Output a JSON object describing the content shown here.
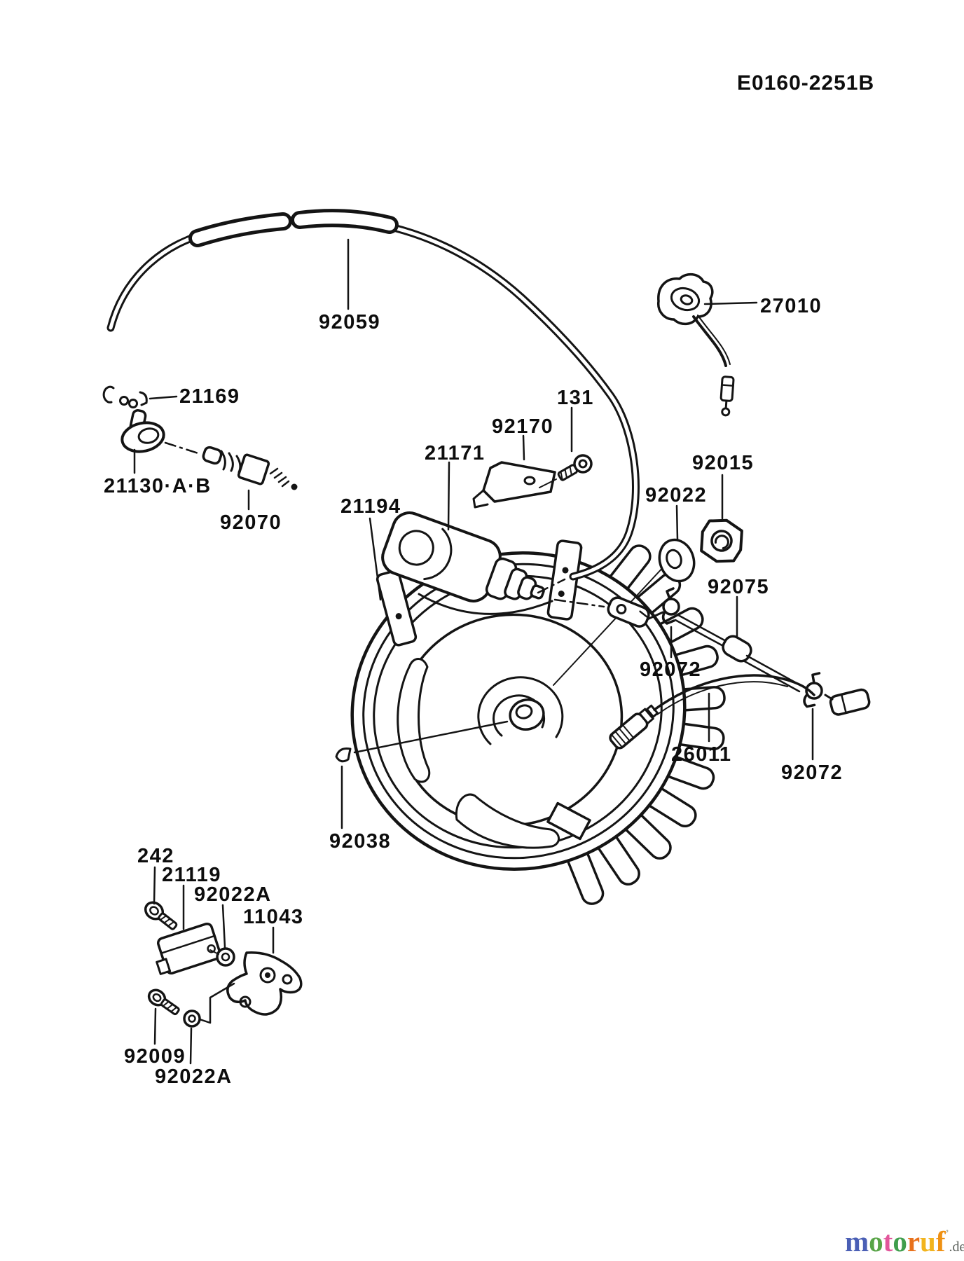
{
  "doc_code": "E0160-2251B",
  "labels": {
    "cable": "92059",
    "ignition_switch": "27010",
    "clip": "21169",
    "screw_131": "131",
    "plate": "92170",
    "ignition_coil": "21171",
    "nut": "92015",
    "washer": "92022",
    "plug_cap": "21130·A·B",
    "spark_plug": "92070",
    "flywheel": "21194",
    "grommet": "92075",
    "clamp_a": "92072",
    "lead_wire": "26011",
    "clamp_b": "92072",
    "key": "92038",
    "screw_242": "242",
    "igniter": "21119",
    "washer_a1": "92022A",
    "bracket": "11043",
    "screw_92009": "92009",
    "washer_a2": "92022A"
  },
  "watermark": {
    "letters": [
      {
        "ch": "m",
        "style": "color:#4a5fb5"
      },
      {
        "ch": "o",
        "style": "color:#58a447"
      },
      {
        "ch": "t",
        "style": "color:#e2569b"
      },
      {
        "ch": "o",
        "style": "color:#3f9e4d"
      },
      {
        "ch": "r",
        "style": "color:#e8711c"
      },
      {
        "ch": "u",
        "style": "color:#f2b41e"
      },
      {
        "ch": "f",
        "style": "color:#ef9113"
      }
    ],
    "tick": "’",
    "tick_style": "color:#b0b4aa",
    "suffix": ".de",
    "suffix_style": "color:#5a5f5a"
  }
}
